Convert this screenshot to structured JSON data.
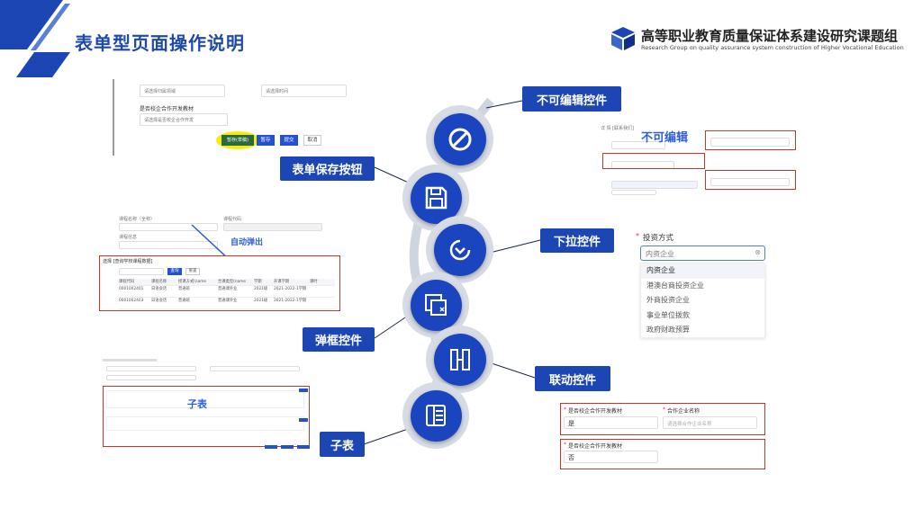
{
  "header": {
    "title": "表单型页面操作说明",
    "org_cn": "高等职业教育质量保证体系建设研究课题组",
    "org_en": "Research Group on quality assurance system construction of Higher Vocational Education"
  },
  "labels": {
    "readonly": "不可编辑控件",
    "save": "表单保存按钮",
    "dropdown": "下拉控件",
    "popup": "弹框控件",
    "linkage": "联动控件",
    "subtable": "子表"
  },
  "save_shot": {
    "field1_placeholder": "请选择归属领域",
    "field2_placeholder": "请选择时间",
    "field3_label": "是否校企合作开发教材",
    "field3_placeholder": "请选择是否校企合作开发",
    "btn_draft": "暂存(草稿)",
    "btn_save": "暂存",
    "btn_submit": "提交",
    "btn_cancel": "取消"
  },
  "readonly_shot": {
    "annotation": "不可编辑",
    "tab": "详 情  [联系我们]"
  },
  "dropdown_shot": {
    "label": "投资方式",
    "value": "内资企业",
    "options": [
      "内资企业",
      "港澳台商投资企业",
      "外商投资企业",
      "事业单位拨款",
      "政府财政预算"
    ]
  },
  "popup_shot": {
    "annotation": "自动弹出",
    "field1_label": "课程名称（全称）",
    "field2_label": "课程代码",
    "field3_label": "课程信息",
    "dialog_title": "选择 [查询学校课程数据]",
    "search_btn": "查询",
    "reset_btn": "重置",
    "columns": [
      "课程代码",
      "课程名称",
      "授课方式(name",
      "合课类型(name",
      "学期",
      "开课学期",
      "课时"
    ],
    "rows": [
      [
        "0001002401",
        "日语会话",
        "普通班",
        "普通课外业",
        "2021级",
        "2021-2022-1学期",
        ""
      ],
      [
        "0001002403",
        "日语会话",
        "普通班",
        "普通课外业",
        "2021级",
        "2021-2022-1学期",
        ""
      ]
    ]
  },
  "subtable_shot": {
    "annotation": "子表"
  },
  "linkage_shot": {
    "field1_label": "是否校企合作开发教材",
    "field1_value": "是",
    "field2_label": "合作企业名称",
    "field2_placeholder": "请选择合作企业名称",
    "field3_label": "是否校企合作开发教材",
    "field3_value": "否"
  },
  "colors": {
    "brand_blue": "#1b46b4",
    "circle_blue": "#1a45be",
    "highlight_red": "#c0392b",
    "highlight_yellow": "#f5ea14"
  },
  "icons": [
    "ban-icon",
    "save-icon",
    "chevron-down-circle-icon",
    "popup-window-icon",
    "linkage-icon",
    "subtable-icon"
  ]
}
